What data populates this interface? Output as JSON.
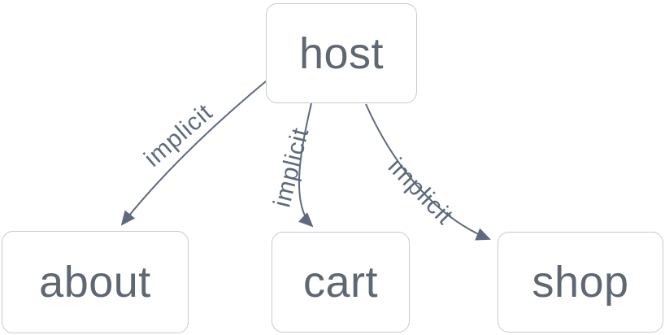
{
  "diagram": {
    "type": "flowchart",
    "colors": {
      "background": "#ffffff",
      "node_background": "#ffffff",
      "node_border": "#c8cacc",
      "node_text": "#5e6772",
      "edge_stroke": "#5d6a7d",
      "edge_label_text": "#5d6a7d"
    },
    "nodes": [
      {
        "id": "host",
        "label": "host"
      },
      {
        "id": "about",
        "label": "about"
      },
      {
        "id": "cart",
        "label": "cart"
      },
      {
        "id": "shop",
        "label": "shop"
      }
    ],
    "edges": [
      {
        "from": "host",
        "to": "about",
        "label": "implicit"
      },
      {
        "from": "host",
        "to": "cart",
        "label": "implicit"
      },
      {
        "from": "host",
        "to": "shop",
        "label": "implicit"
      }
    ]
  }
}
